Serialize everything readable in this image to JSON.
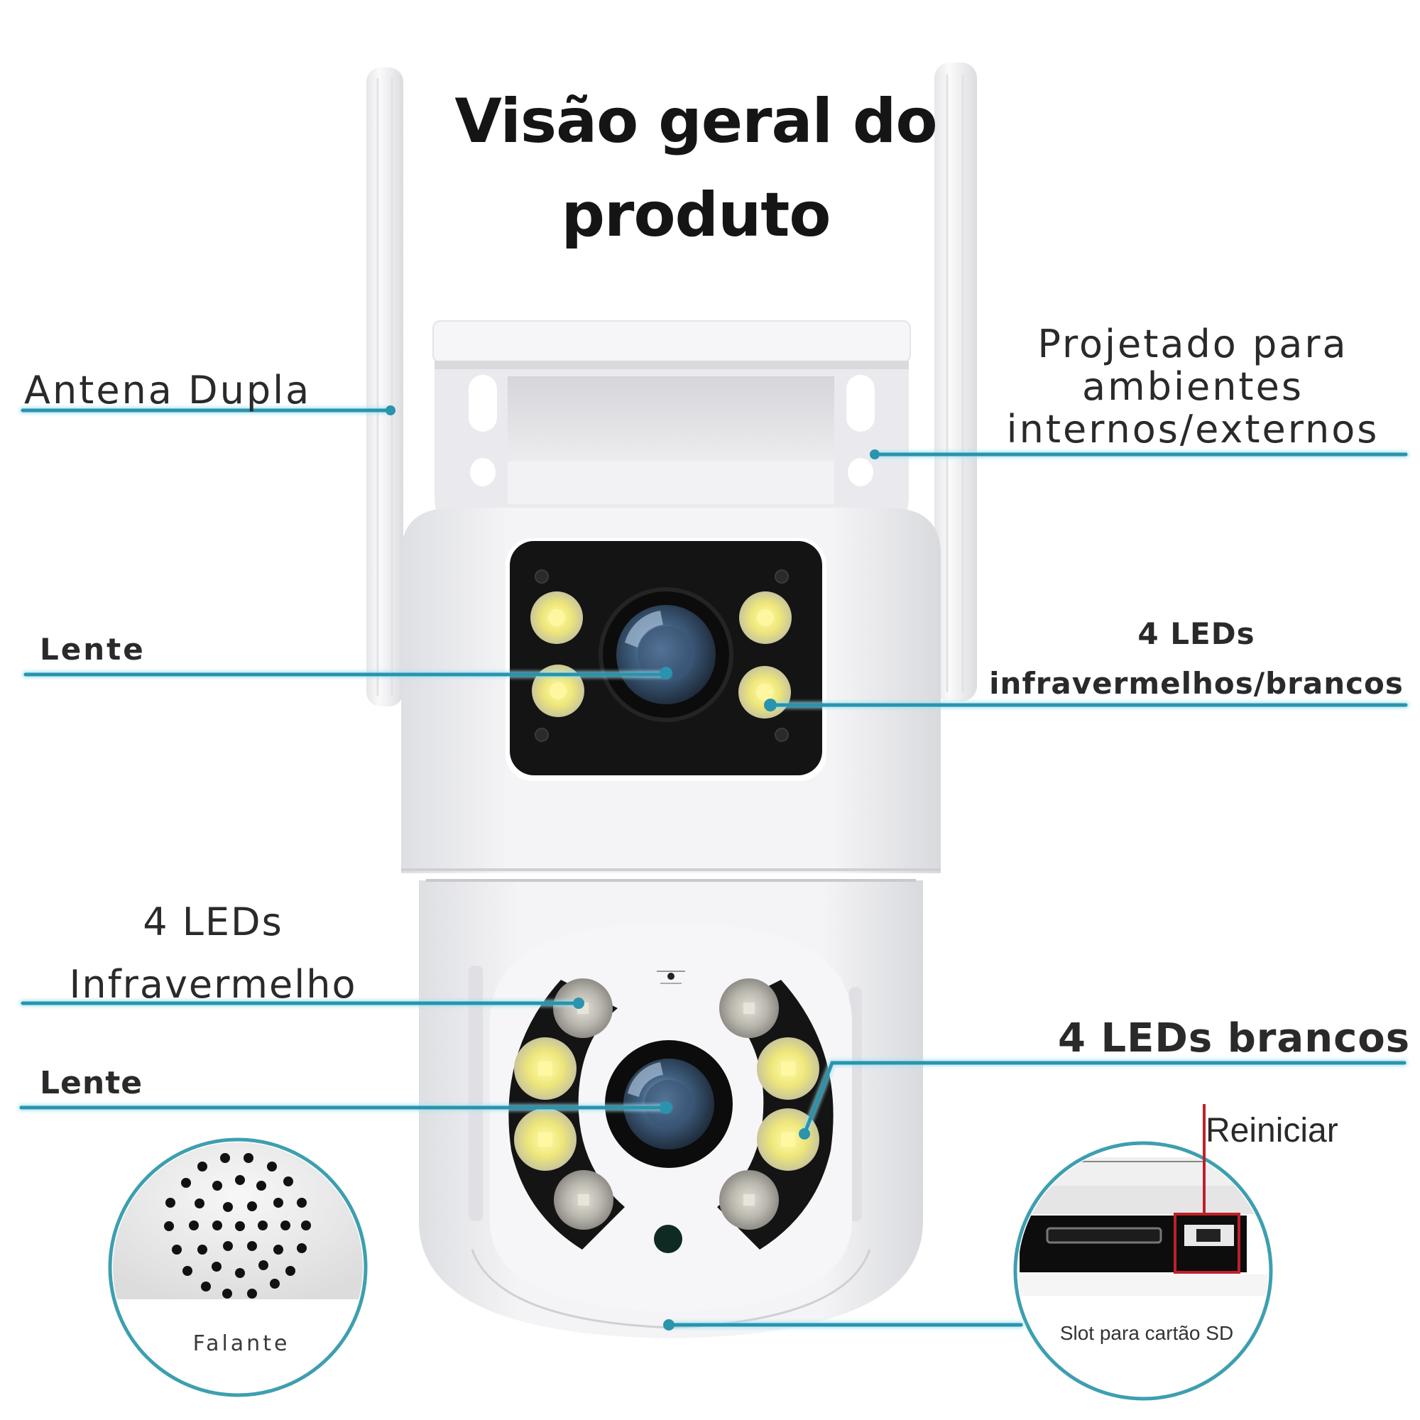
{
  "title": {
    "line1": "Visão geral do",
    "line2": "produto"
  },
  "callouts": {
    "antenna": "Antena Dupla",
    "environment": {
      "line1": "Projetado para",
      "line2": "ambientes",
      "line3": "internos/externos"
    },
    "upper_lens": "Lente",
    "upper_leds": {
      "line1": "4 LEDs",
      "line2": "infravermelhos/brancos"
    },
    "lower_ir_leds": {
      "line1": "4 LEDs",
      "line2": "Infravermelho"
    },
    "lower_lens": "Lente",
    "lower_white_leds": "4 LEDs brancos",
    "reset": "Reiniciar"
  },
  "insets": {
    "speaker": "Falante",
    "sd_slot": "Slot para cartão SD"
  },
  "colors": {
    "callout_line": "#2a93ad",
    "reset_line": "#c0202a",
    "camera_body": "#f1f1f3",
    "lens_panel": "#141414",
    "white_led": "#f3ee86",
    "ir_led": "#bdbab2",
    "inset_ring": "#3d9fb0"
  }
}
